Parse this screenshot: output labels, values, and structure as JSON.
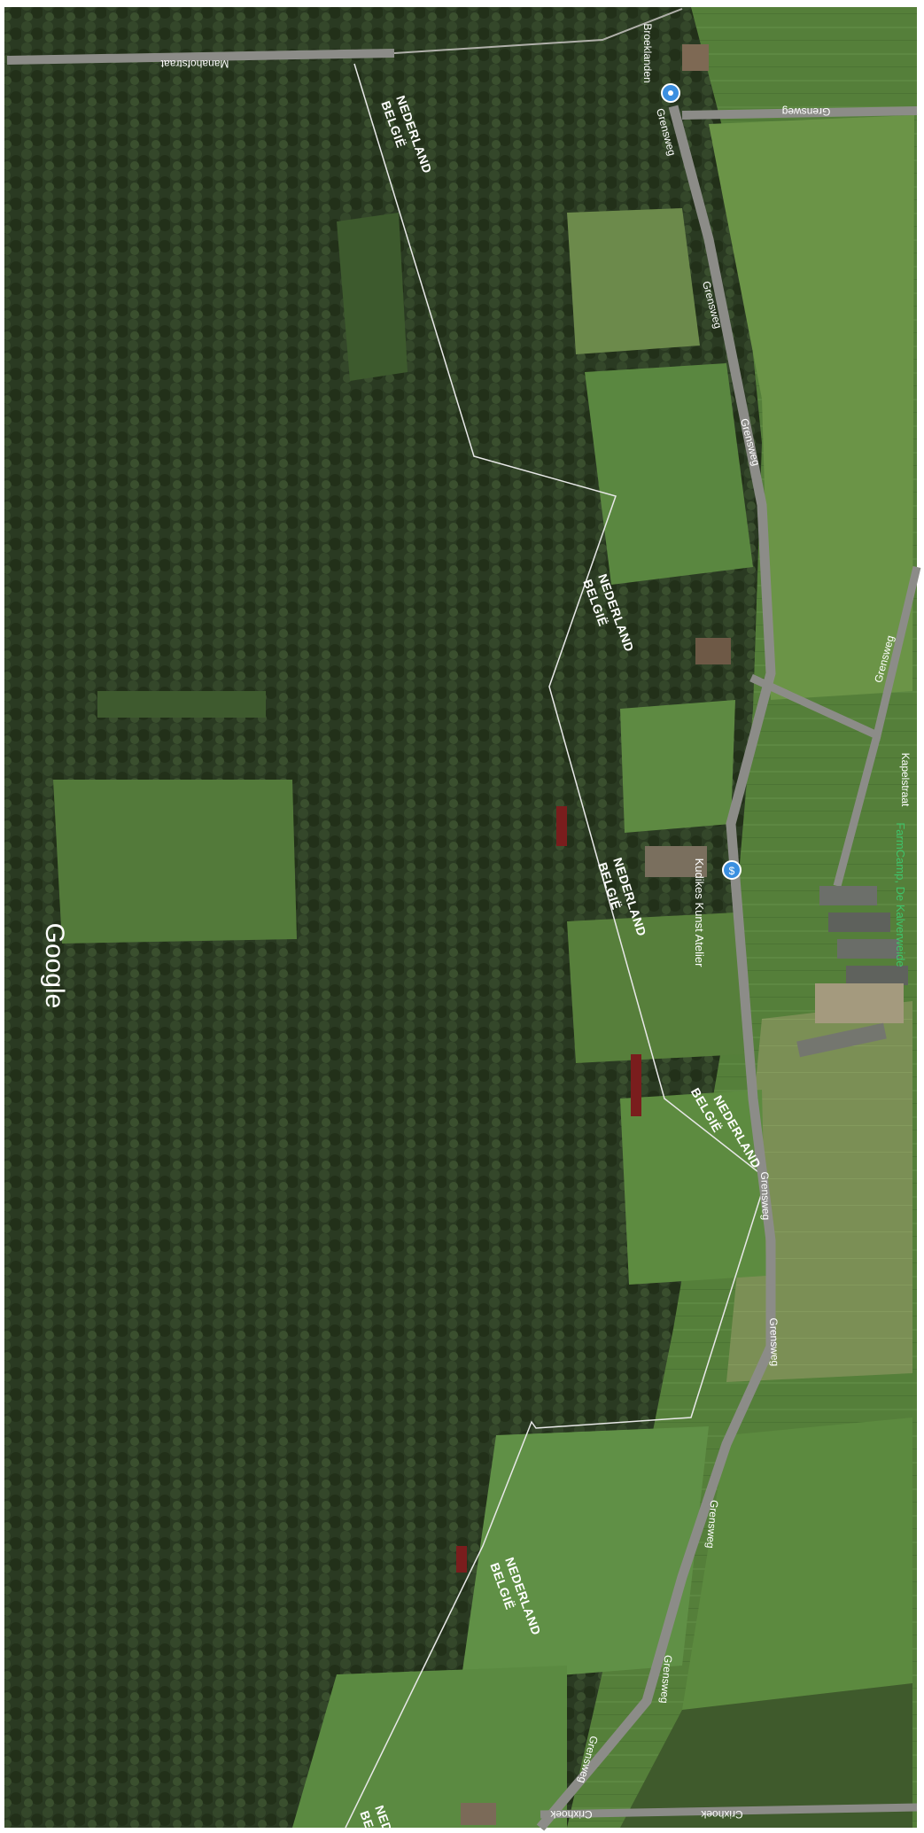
{
  "map": {
    "type": "satellite",
    "attribution": "Google",
    "border_labels": [
      {
        "north": "NEDERLAND",
        "south": "BELGIË"
      },
      {
        "north": "NEDERLAND",
        "south": "BELGIË"
      },
      {
        "north": "NEDERLAND",
        "south": "BELGIË"
      },
      {
        "north": "NEDERLAND",
        "south": "BELGIË"
      },
      {
        "north": "NEDERLAND",
        "south": "BELGIË"
      },
      {
        "north": "NEDERLAND",
        "south": "BELGIË"
      }
    ],
    "roads": {
      "manahofstraat": "Manahofstraat",
      "broeklanden": "Broeklanden",
      "grensweg": "Grensweg",
      "kapelstraat": "Kapelstraat",
      "crixhoek": "Crixhoek"
    },
    "pois": {
      "atelier": "Kudikes Kunst Atelier",
      "farmcamp": "FarmCamp, De Kalverweide"
    },
    "colors": {
      "forest": "#2a3a22",
      "field": "#4f7a37",
      "road": "#8c8c88",
      "border_line": "#e8e8e8",
      "marker_blue": "#3b8fe0"
    }
  }
}
